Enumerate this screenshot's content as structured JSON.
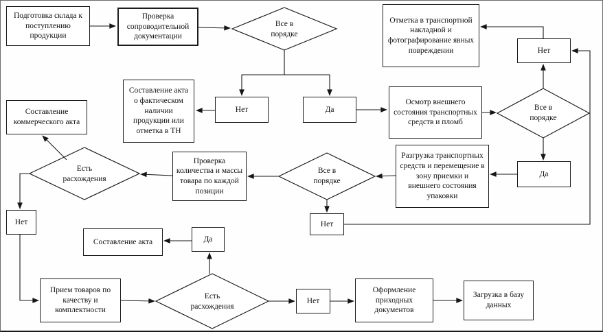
{
  "nodes": {
    "warehouse_prep": {
      "label": "Подготовка склада к поступлению продукции"
    },
    "doc_check": {
      "label": "Проверка сопроводительной документации"
    },
    "d1": {
      "label": "Все в порядке"
    },
    "damage_note": {
      "label": "Отметка в транспортной накладной и фотографирование явных повреждении"
    },
    "no_top_right": {
      "label": "Нет"
    },
    "act_availability": {
      "label": "Составление акта о фактическом наличии продукции или отметка в ТН"
    },
    "no_1": {
      "label": "Нет"
    },
    "yes_1": {
      "label": "Да"
    },
    "vehicle_inspect": {
      "label": "Осмотр внешнего состояния транспортных средств и пломб"
    },
    "d2": {
      "label": "Все в порядке"
    },
    "yes_2": {
      "label": "Да"
    },
    "unloading": {
      "label": "Разгрузка транспортных средств и перемещение в зону приемки и внешнего состояния упаковки"
    },
    "d3": {
      "label": "Все в порядке"
    },
    "no_3": {
      "label": "Нет"
    },
    "quantity_check": {
      "label": "Проверка количества и массы товара по каждой позиции"
    },
    "d4": {
      "label": "Есть расхождения"
    },
    "commercial_act": {
      "label": "Составление коммерческого акта"
    },
    "no_2": {
      "label": "Нет"
    },
    "act_drawup": {
      "label": "Составление акта"
    },
    "yes_3": {
      "label": "Да"
    },
    "quality_acceptance": {
      "label": "Прием товаров по качеству и комплектности"
    },
    "d5": {
      "label": "Есть расхождения"
    },
    "no_4": {
      "label": "Нет"
    },
    "receipt_docs": {
      "label": "Оформление приходных документов"
    },
    "db_load": {
      "label": "Загрузка в базу данных"
    }
  },
  "edges": [
    {
      "from": "warehouse_prep",
      "to": "doc_check"
    },
    {
      "from": "doc_check",
      "to": "d1"
    },
    {
      "from": "d1",
      "to": "no_1"
    },
    {
      "from": "d1",
      "to": "yes_1"
    },
    {
      "from": "no_1",
      "to": "act_availability"
    },
    {
      "from": "yes_1",
      "to": "vehicle_inspect"
    },
    {
      "from": "vehicle_inspect",
      "to": "d2"
    },
    {
      "from": "d2",
      "to": "no_top_right"
    },
    {
      "from": "no_top_right",
      "to": "damage_note"
    },
    {
      "from": "d2",
      "to": "yes_2"
    },
    {
      "from": "yes_2",
      "to": "unloading"
    },
    {
      "from": "unloading",
      "to": "d3"
    },
    {
      "from": "d3",
      "to": "quantity_check"
    },
    {
      "from": "d3",
      "to": "no_3"
    },
    {
      "from": "no_3",
      "to": "no_top_right"
    },
    {
      "from": "quantity_check",
      "to": "d4"
    },
    {
      "from": "d4",
      "to": "commercial_act"
    },
    {
      "from": "d4",
      "to": "no_2"
    },
    {
      "from": "no_2",
      "to": "quality_acceptance"
    },
    {
      "from": "quality_acceptance",
      "to": "d5"
    },
    {
      "from": "d5",
      "to": "yes_3"
    },
    {
      "from": "yes_3",
      "to": "act_drawup"
    },
    {
      "from": "d5",
      "to": "no_4"
    },
    {
      "from": "no_4",
      "to": "receipt_docs"
    },
    {
      "from": "receipt_docs",
      "to": "db_load"
    }
  ],
  "colors": {
    "line": "#161616",
    "node_border": "#1c1c1c",
    "node_fill": "#ffffff"
  }
}
